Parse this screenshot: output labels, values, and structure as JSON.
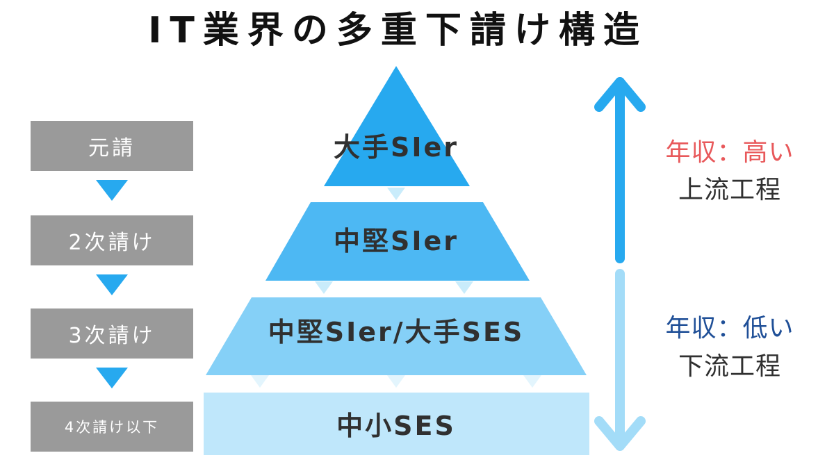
{
  "title": "IT業界の多重下請け構造",
  "tiers": [
    {
      "label": "元請"
    },
    {
      "label": "2次請け"
    },
    {
      "label": "3次請け"
    },
    {
      "label": "4次請け以下"
    }
  ],
  "pyramid": [
    {
      "label": "大手SIer",
      "color": "#27a9ef"
    },
    {
      "label": "中堅SIer",
      "color": "#4db8f3"
    },
    {
      "label": "中堅SIer/大手SES",
      "color": "#85d0f7"
    },
    {
      "label": "中小SES",
      "color": "#bfe7fb"
    }
  ],
  "upper": {
    "income": "年収：高い",
    "process": "上流工程",
    "income_color": "#e8585a"
  },
  "lower": {
    "income": "年収：低い",
    "process": "下流工程",
    "income_color": "#1f4f97"
  },
  "colors": {
    "arrow_up": "#27a9ef",
    "arrow_down": "#a3dcf8",
    "label_bg": "#9a9a9a",
    "text": "#303030"
  }
}
